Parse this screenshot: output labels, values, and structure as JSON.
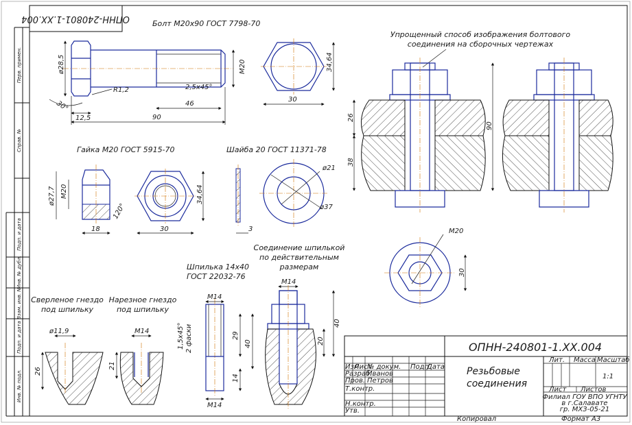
{
  "sheet": {
    "vertical_code": "ОПНН-240801-1.XX.004",
    "side_labels": [
      "Перв. примен.",
      "Справ. №",
      "Подп. и дата",
      "Инв. № дубл.",
      "Взам. инв. №",
      "Подп. и дата",
      "Инв. № подл."
    ]
  },
  "bolt": {
    "title": "Болт М20х90 ГОСТ 7798-70",
    "dims": {
      "d_head": "ø28,5",
      "r": "R1,2",
      "angle": "30°",
      "chamfer": "2,5х45°",
      "thread_len": "46",
      "head_h": "12,5",
      "length": "90",
      "thread": "М20",
      "across_corners": "34,64",
      "across_flats": "30"
    }
  },
  "nut": {
    "title": "Гайка М20 ГОСТ 5915-70",
    "dims": {
      "d": "ø27,7",
      "thread": "М20",
      "angle": "120°",
      "height": "18",
      "flats": "30",
      "corners": "34,64"
    }
  },
  "washer": {
    "title": "Шайба 20 ГОСТ 11371-78",
    "dims": {
      "thick": "3",
      "d_in": "ø21",
      "d_out": "ø37"
    }
  },
  "assembly": {
    "title_line1": "Упрощенный способ изображения болтового",
    "title_line2": "соединения на сборочных чертежах",
    "dims": {
      "top": "26",
      "bottom": "38",
      "total": "90",
      "thread": "М20",
      "flats": "30"
    }
  },
  "stud": {
    "title_line1": "Шпилька 14х40",
    "title_line2": "ГОСТ 22032-76",
    "dims": {
      "thread_top": "М14",
      "chamfer": "1,5х45°",
      "chamfer_note": "2 фаски",
      "len1": "29",
      "len2": "40",
      "len3": "14",
      "thread_bottom": "М14"
    }
  },
  "stud_joint": {
    "title_line1": "Соединение шпилькой",
    "title_line2": "по действительным",
    "title_line3": "размерам",
    "dims": {
      "thread": "М14",
      "d40": "40",
      "d20": "20"
    }
  },
  "drilled": {
    "title_line1": "Сверленое гнездо",
    "title_line2": "под шпильку",
    "dims": {
      "d": "ø11,9",
      "depth": "26"
    }
  },
  "tapped": {
    "title_line1": "Нарезное гнездо",
    "title_line2": "под шпильку",
    "dims": {
      "thread": "М14",
      "depth": "21"
    }
  },
  "title_block": {
    "code": "ОПНН-240801-1.XX.004",
    "name_line1": "Резьбовые",
    "name_line2": "соединения",
    "col_headers": [
      "Изм",
      "Лист",
      "№ докум.",
      "Подп.",
      "Дата"
    ],
    "rows": [
      {
        "role": "Разраб.",
        "name": "Иванов"
      },
      {
        "role": "Пров.",
        "name": "Петров"
      },
      {
        "role": "Т.контр.",
        "name": ""
      },
      {
        "role": "",
        "name": ""
      },
      {
        "role": "Н.контр.",
        "name": ""
      },
      {
        "role": "Утв.",
        "name": ""
      }
    ],
    "lit_label": "Лит.",
    "mass_label": "Масса",
    "scale_label": "Масштаб",
    "scale_value": "1:1",
    "sheet_label": "Лист",
    "sheets_label": "Листов",
    "org_line1": "Филиал ГОУ ВПО УГНТУ",
    "org_line2": "в г.Салавате",
    "org_line3": "гр. МХЗ-05-21",
    "format_label": "Формат",
    "format_value": "А3",
    "copied": "Копировал"
  }
}
